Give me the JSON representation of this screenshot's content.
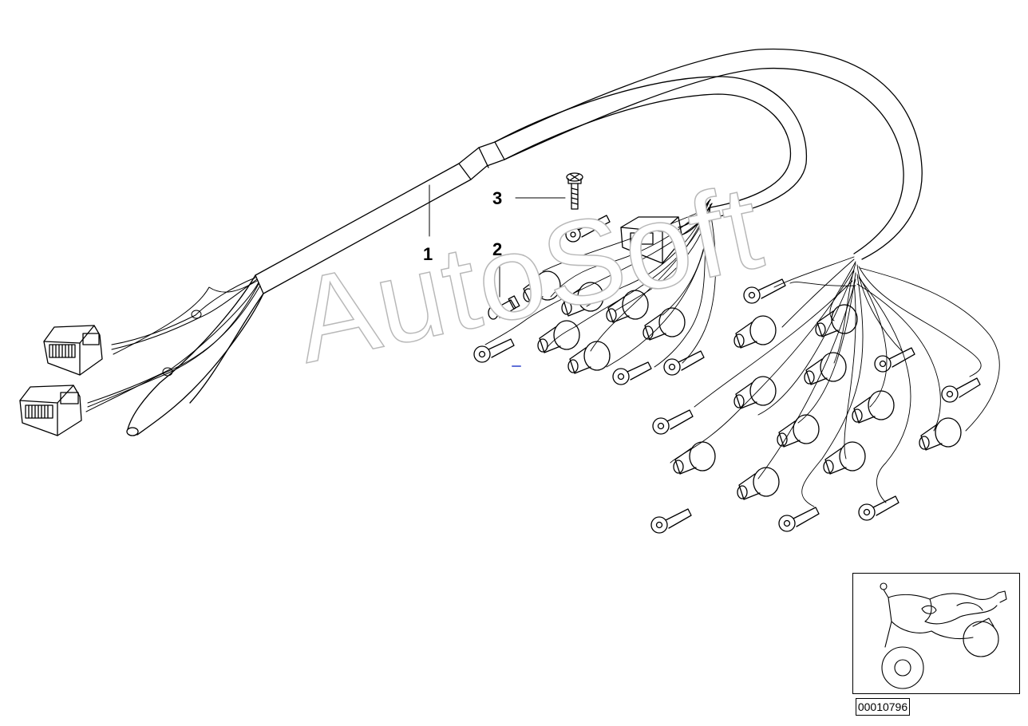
{
  "callouts": {
    "part1": "1",
    "part2": "2",
    "part3": "3"
  },
  "watermark": "AutoSoft",
  "diagram_id": "00010796",
  "thumbnail": {
    "icon": "motorcycle-icon"
  },
  "colors": {
    "line": "#000000",
    "watermark_outline": "#b8b8b8",
    "background": "#ffffff"
  }
}
